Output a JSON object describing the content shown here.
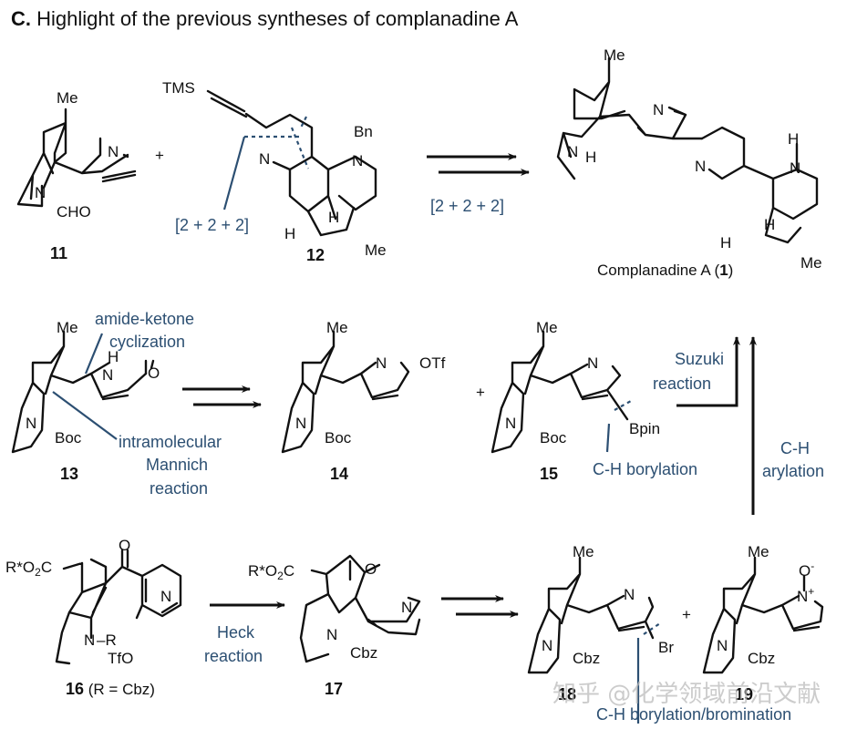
{
  "title": {
    "prefix": "C.",
    "text": " Highlight of the previous syntheses of complanadine A"
  },
  "compounds": {
    "c11": {
      "number": "11",
      "substituents": [
        "Me",
        "N",
        "N",
        "CHO"
      ]
    },
    "c12": {
      "number": "12",
      "substituents": [
        "TMS",
        "N",
        "Bn",
        "N",
        "H",
        "H",
        "Me"
      ]
    },
    "c1": {
      "name": "Complanadine A (",
      "number": "1",
      "close": ")",
      "substituents": [
        "Me",
        "N",
        "N",
        "H",
        "N",
        "H",
        "N",
        "H",
        "H",
        "Me"
      ]
    },
    "c13": {
      "number": "13",
      "substituents": [
        "Me",
        "H",
        "N",
        "O",
        "N",
        "Boc"
      ]
    },
    "c14": {
      "number": "14",
      "substituents": [
        "Me",
        "N",
        "OTf",
        "N",
        "Boc"
      ]
    },
    "c15": {
      "number": "15",
      "substituents": [
        "Me",
        "N",
        "Bpin",
        "N",
        "Boc"
      ]
    },
    "c16": {
      "number": "16",
      "note": " (R = Cbz)",
      "substituents": [
        "R*O",
        "2",
        "C",
        "O",
        "N",
        "N",
        "–R",
        "TfO"
      ]
    },
    "c17": {
      "number": "17",
      "substituents": [
        "R*O",
        "2",
        "C",
        "O",
        "N",
        "N",
        "Cbz"
      ]
    },
    "c18": {
      "number": "18",
      "substituents": [
        "Me",
        "N",
        "Br",
        "N",
        "Cbz"
      ]
    },
    "c19": {
      "number": "19",
      "substituents": [
        "Me",
        "O",
        "-",
        "N",
        "+",
        "N",
        "Cbz"
      ]
    }
  },
  "plus": "+",
  "annotations": {
    "cyclo1": "[2 + 2 + 2]",
    "cyclo2": "[2 + 2 + 2]",
    "amide_1": "amide-ketone",
    "amide_2": "cyclization",
    "mannich_1": "intramolecular",
    "mannich_2": "Mannich",
    "mannich_3": "reaction",
    "suzuki_1": "Suzuki",
    "suzuki_2": "reaction",
    "borylation": "C-H borylation",
    "arylation_1": "C-H",
    "arylation_2": "arylation",
    "heck_1": "Heck",
    "heck_2": "reaction",
    "bory_brom": "C-H borylation/bromination"
  },
  "watermark": "知乎 @化学领域前沿文献",
  "colors": {
    "annotation": "#2c4f72",
    "bonds": "#111111"
  }
}
